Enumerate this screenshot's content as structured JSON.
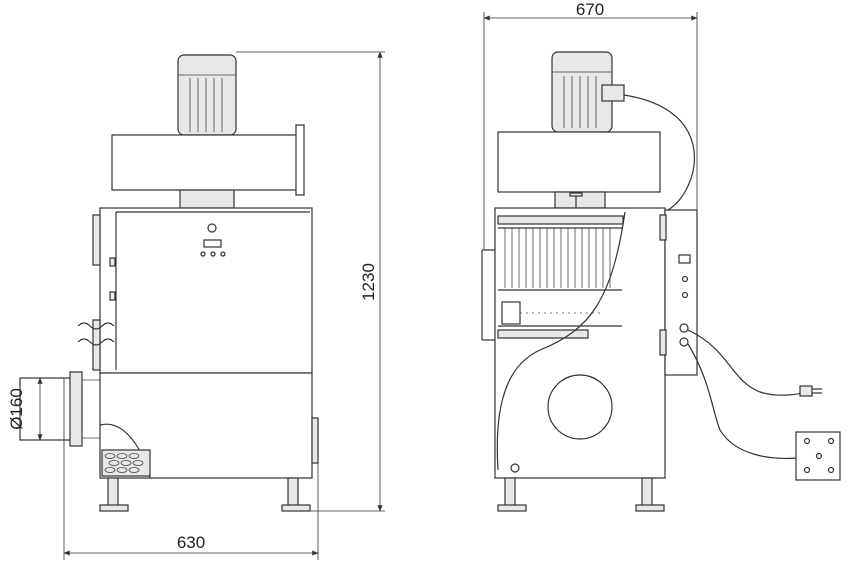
{
  "dimensions": {
    "width_front": "630",
    "height": "1230",
    "width_side": "670",
    "inlet_diameter": "Ø160"
  },
  "colors": {
    "line": "#333333",
    "panel_fill": "#e8e8e8",
    "background": "#ffffff"
  }
}
